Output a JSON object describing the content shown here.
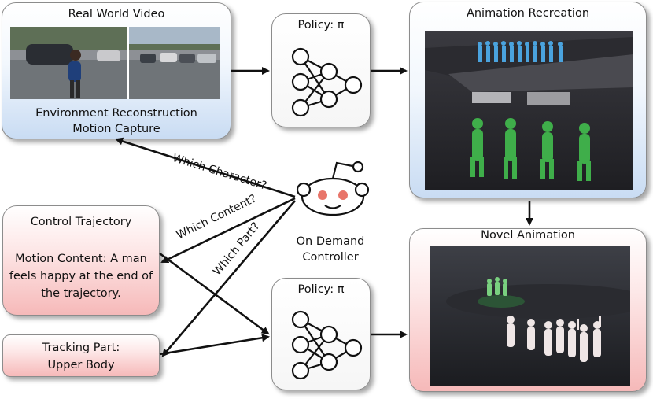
{
  "real_world": {
    "title": "Real World Video",
    "line1": "Environment Reconstruction",
    "line2": "Motion Capture"
  },
  "policy_top": {
    "label": "Policy: π"
  },
  "policy_bottom": {
    "label": "Policy: π"
  },
  "animation_recreation": {
    "title": "Animation Recreation"
  },
  "novel_animation": {
    "title": "Novel Animation"
  },
  "control_trajectory": {
    "title": "Control Trajectory",
    "line1": "Motion Content: A man",
    "line2": "feels happy at the end of",
    "line3": "the trajectory."
  },
  "tracking_part": {
    "line1": "Tracking Part:",
    "line2": "Upper Body"
  },
  "controller": {
    "line1": "On Demand",
    "line2": "Controller",
    "q_character": "Which Character?",
    "q_content": "Which Content?",
    "q_part": "Which Part?"
  },
  "colors": {
    "blue_box": "#c9dcf3",
    "pink_box": "#f6b9b9",
    "robot_eyes": "#e8756a",
    "figures_blue": "#3a86c8",
    "figures_green": "#3fae4a",
    "figures_white": "#efe6e6"
  }
}
